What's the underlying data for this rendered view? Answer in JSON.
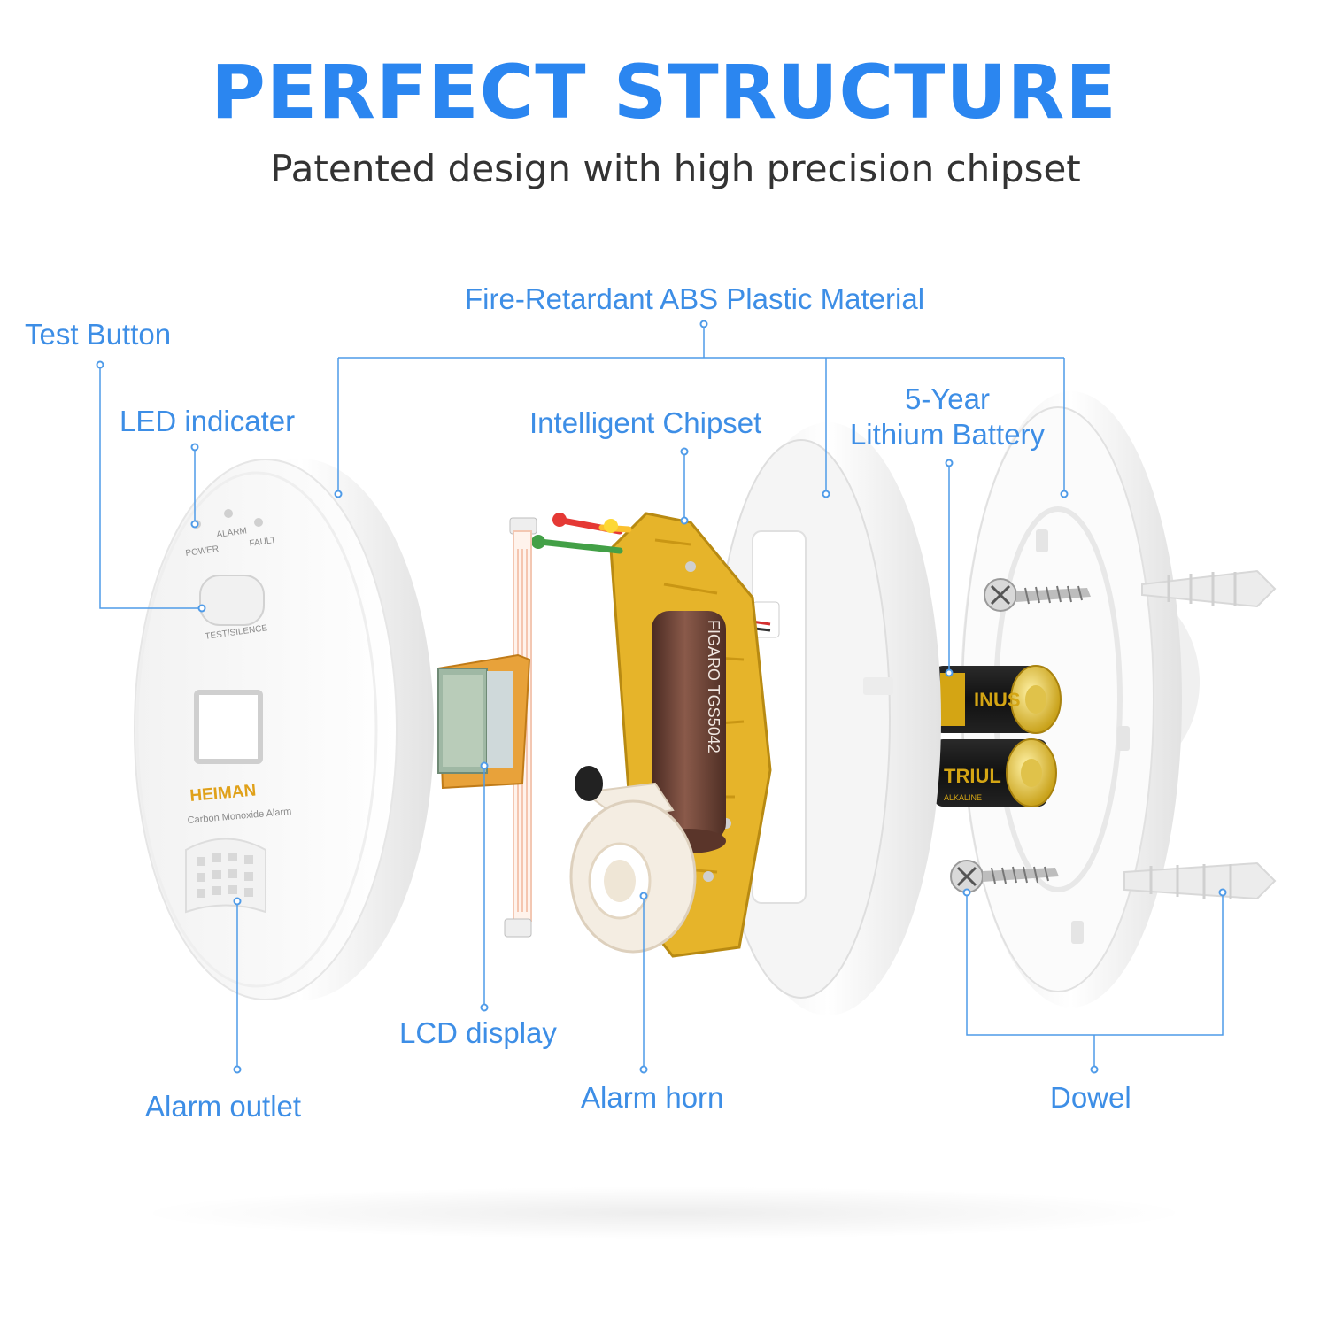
{
  "header": {
    "title": "PERFECT STRUCTURE",
    "subtitle": "Patented design with high precision chipset"
  },
  "device": {
    "brand": "HEIMAN",
    "model_label": "Carbon Monoxide Alarm",
    "indicator_power": "POWER",
    "indicator_alarm": "ALARM",
    "indicator_fault": "FAULT",
    "button_label": "TEST/SILENCE",
    "sensor_text": "FIGARO TGS5042",
    "battery_brand": "INUS",
    "battery_side": "ALKALINE"
  },
  "callouts": {
    "test_button": "Test Button",
    "led_indicator": "LED indicater",
    "abs_material": "Fire-Retardant ABS Plastic Material",
    "chipset": "Intelligent Chipset",
    "battery_line1": "5-Year",
    "battery_line2": "Lithium Battery",
    "lcd_display": "LCD display",
    "alarm_outlet": "Alarm outlet",
    "alarm_horn": "Alarm horn",
    "dowel": "Dowel"
  },
  "colors": {
    "title": "#2b86f0",
    "callout": "#3d8ee6",
    "leader_line": "#4f9be8",
    "pcb": "#e6b42a",
    "sensor": "#6b3f33"
  }
}
